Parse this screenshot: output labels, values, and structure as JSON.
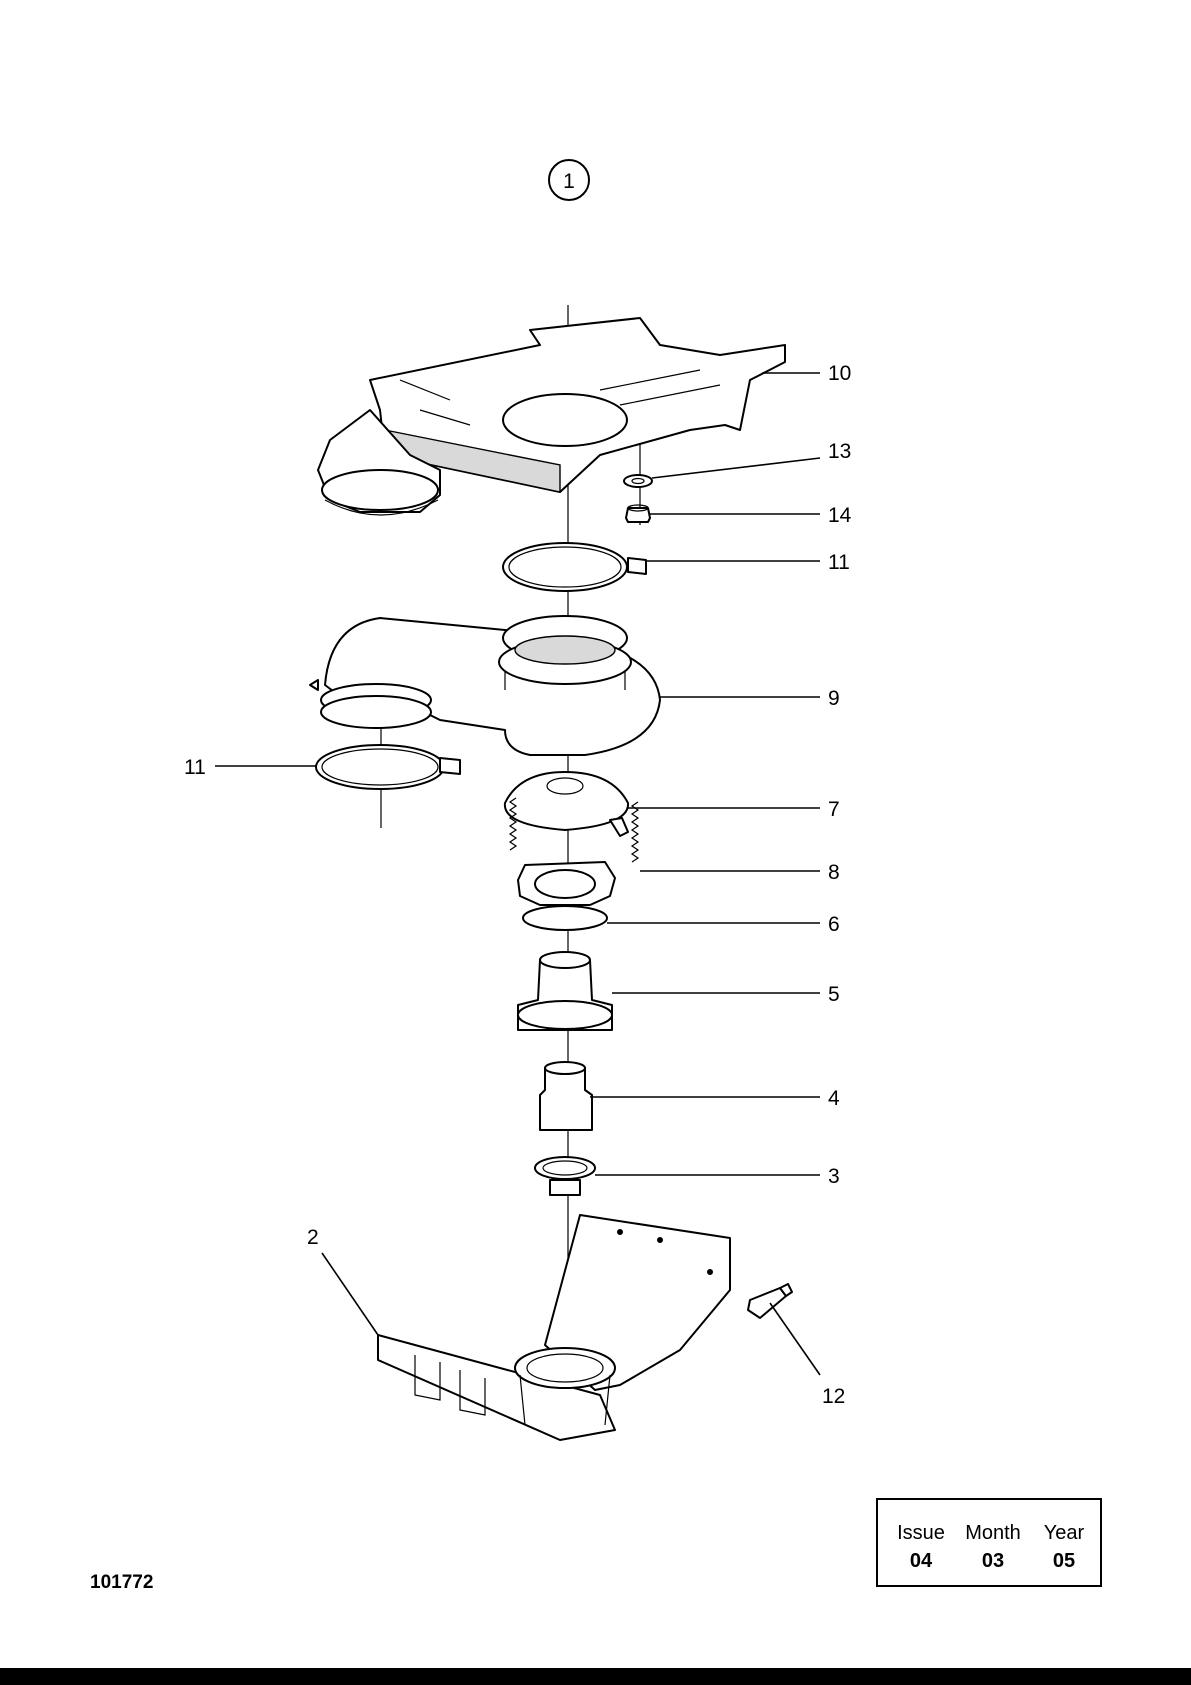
{
  "diagram": {
    "group_number": "1",
    "callouts": [
      {
        "id": "10",
        "label": "10"
      },
      {
        "id": "13",
        "label": "13"
      },
      {
        "id": "14",
        "label": "14"
      },
      {
        "id": "11a",
        "label": "11"
      },
      {
        "id": "9",
        "label": "9"
      },
      {
        "id": "11b",
        "label": "11"
      },
      {
        "id": "7",
        "label": "7"
      },
      {
        "id": "8",
        "label": "8"
      },
      {
        "id": "6",
        "label": "6"
      },
      {
        "id": "5",
        "label": "5"
      },
      {
        "id": "4",
        "label": "4"
      },
      {
        "id": "3",
        "label": "3"
      },
      {
        "id": "2",
        "label": "2"
      },
      {
        "id": "12",
        "label": "12"
      }
    ]
  },
  "issue_box": {
    "issue_label": "Issue",
    "issue_value": "04",
    "month_label": "Month",
    "month_value": "03",
    "year_label": "Year",
    "year_value": "05"
  },
  "drawing_number": "101772"
}
